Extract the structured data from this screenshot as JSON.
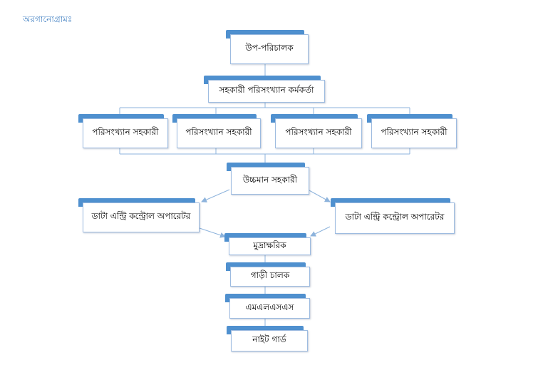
{
  "diagram": {
    "heading": "অরগানোগ্রামঃ",
    "colors": {
      "accent": "#4f90cf",
      "border": "#9dbbe0",
      "connector": "#8db3dc",
      "heading": "#4a86c5"
    },
    "nodes": {
      "deputy_director": "উপ-পরিচালক",
      "asst_statistical_officer": "সহকারী পরিসংখ্যান কর্মকর্তা",
      "statistical_asst_1": "পরিসংখ্যান সহকারী",
      "statistical_asst_2": "পরিসংখ্যান সহকারী",
      "statistical_asst_3": "পরিসংখ্যান সহকারী",
      "statistical_asst_4": "পরিসংখ্যান সহকারী",
      "upper_division_asst": "উচ্চমান সহকারী",
      "data_entry_operator_left": "ডাটা এন্ট্রি কন্ট্রোল অপারেটর",
      "data_entry_operator_right": "ডাটা এন্ট্রি কন্ট্রোল অপারেটর",
      "typist": "মুদ্রাক্ষরিক",
      "driver": "গাড়ী চালক",
      "mlss": "এমএলএসএস",
      "night_guard": "নাইট গার্ড"
    }
  }
}
